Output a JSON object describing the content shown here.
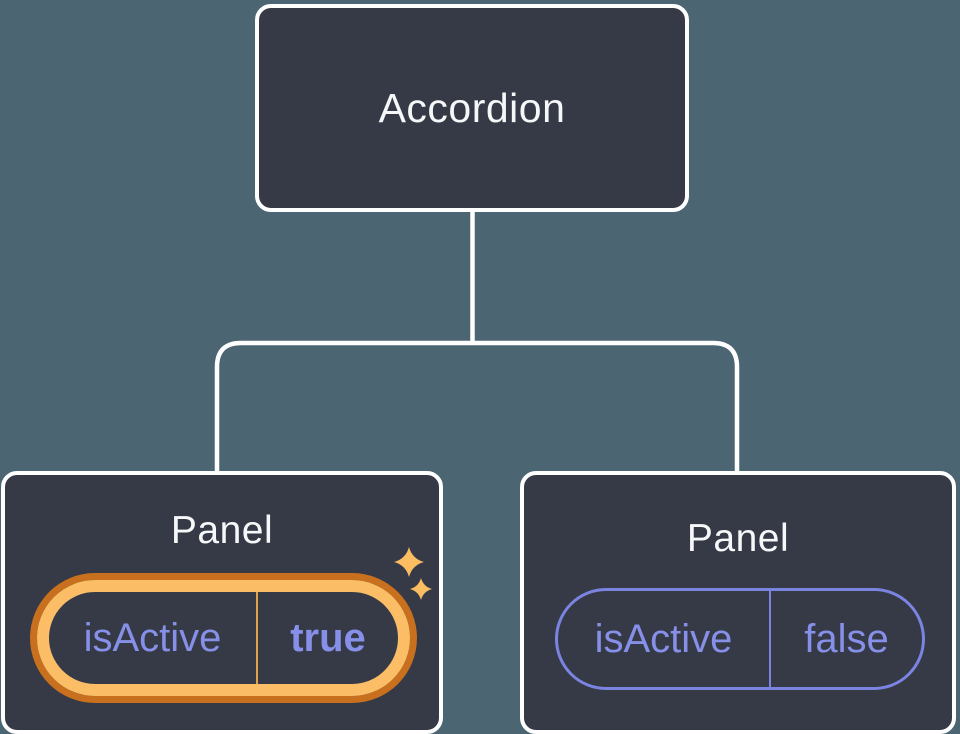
{
  "theme": {
    "canvas-bg": "#4b6572",
    "node-bg": "#353a46",
    "node-border": "#ffffff",
    "title-color": "#f6f7f9",
    "purple": "#8790e8",
    "purple-border": "#7b84e0",
    "gold": "#fbbd66",
    "gold-dark": "#c8701d",
    "gold-divider": "#e2a24b",
    "sparkle": "#fbbd62",
    "connector": "#ffffff"
  },
  "diagram": {
    "root": {
      "label": "Accordion"
    },
    "panels": [
      {
        "title": "Panel",
        "state": {
          "name": "isActive",
          "value": "true"
        },
        "highlighted": true,
        "icon": "sparkle-icon"
      },
      {
        "title": "Panel",
        "state": {
          "name": "isActive",
          "value": "false"
        },
        "highlighted": false
      }
    ]
  }
}
